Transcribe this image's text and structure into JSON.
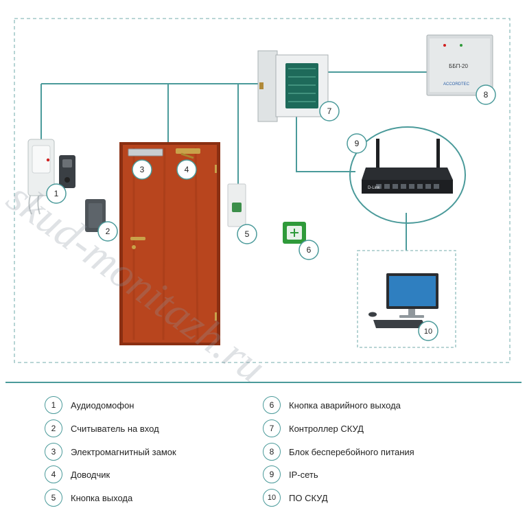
{
  "colors": {
    "line": "#4a9a9a",
    "dashed": "#8fbcbc",
    "door": "#b8451e",
    "door_dark": "#8a2f12",
    "green_button": "#2f9a3a",
    "device_gray": "#d8dcde"
  },
  "devices": {
    "psu_title": "ББП-20",
    "psu_brand": "ACCORDTEC",
    "router_brand": "D-Link"
  },
  "markers": [
    {
      "num": "1",
      "device": "intercom"
    },
    {
      "num": "2",
      "device": "reader"
    },
    {
      "num": "3",
      "device": "maglock"
    },
    {
      "num": "4",
      "device": "door-closer"
    },
    {
      "num": "5",
      "device": "exit-button"
    },
    {
      "num": "6",
      "device": "emergency-button"
    },
    {
      "num": "7",
      "device": "controller"
    },
    {
      "num": "8",
      "device": "ups"
    },
    {
      "num": "9",
      "device": "ip-network"
    },
    {
      "num": "10",
      "device": "software"
    }
  ],
  "legend": [
    {
      "num": "1",
      "label": "Аудиодомофон"
    },
    {
      "num": "2",
      "label": "Считыватель на вход"
    },
    {
      "num": "3",
      "label": "Электромагнитный замок"
    },
    {
      "num": "4",
      "label": "Доводчик"
    },
    {
      "num": "5",
      "label": "Кнопка выхода"
    },
    {
      "num": "6",
      "label": "Кнопка аварийного выхода"
    },
    {
      "num": "7",
      "label": "Контроллер СКУД"
    },
    {
      "num": "8",
      "label": "Блок бесперебойного питания"
    },
    {
      "num": "9",
      "label": "IP-сеть"
    },
    {
      "num": "10",
      "label": "ПО СКУД"
    }
  ],
  "watermark": "skud-monitazh.ru"
}
